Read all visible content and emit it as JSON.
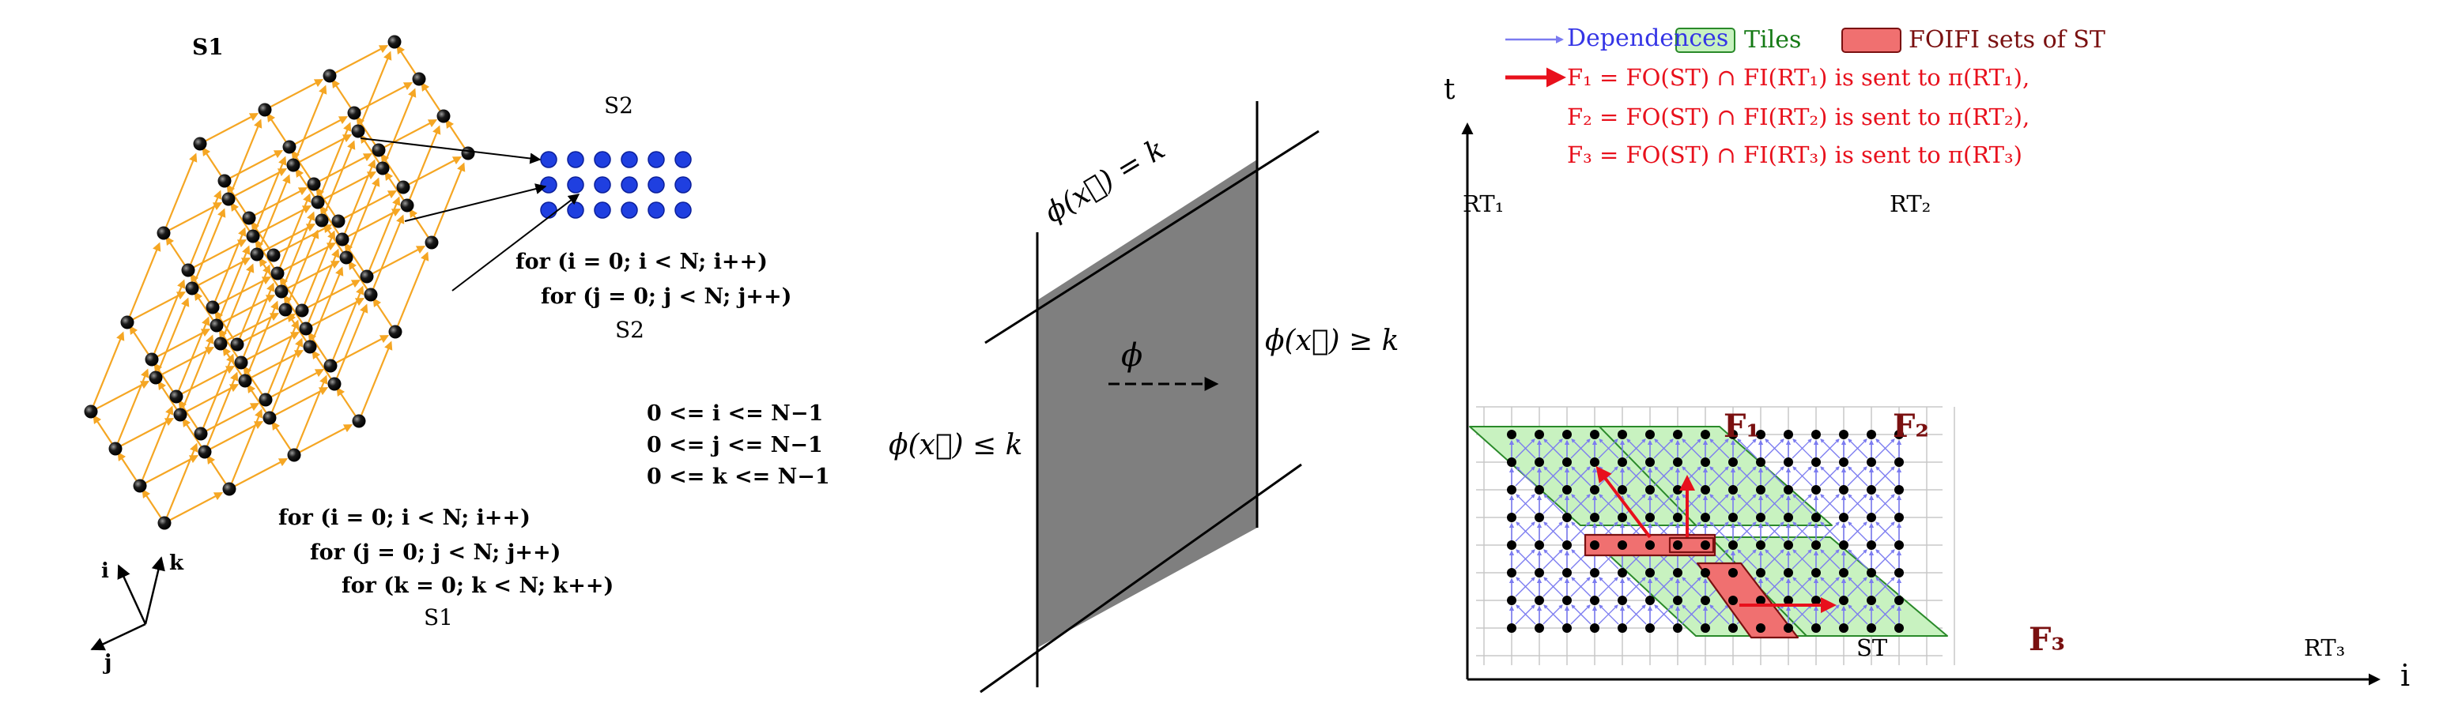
{
  "left_panel": {
    "s1_title": "S1",
    "s2_title": "S2",
    "s2_loop": [
      "for (i = 0; i < N; i++)",
      "for (j = 0; j < N; j++)"
    ],
    "s2_caption": "S2",
    "constraints": [
      "0 <= i <= N−1",
      "0 <= j <= N−1",
      "0 <= k <= N−1"
    ],
    "s1_loop": [
      "for (i = 0; i < N; i++)",
      "for (j = 0; j < N; j++)",
      "for (k = 0; k < N; k++)"
    ],
    "s1_caption": "S1",
    "axes": {
      "i": "i",
      "k": "k",
      "j": "j"
    }
  },
  "middle_panel": {
    "top_label": "ϕ(x⃗) = k",
    "right_label": "ϕ(x⃗) ≥ k",
    "left_label": "ϕ(x⃗) ≤ k",
    "arrow_label": "ϕ"
  },
  "right_panel": {
    "legend": {
      "dependences": "Dependences",
      "tiles": "Tiles",
      "foifi": "FOIFI sets of ST",
      "f1": "F₁ = FO(ST) ∩ FI(RT₁) is sent to π(RT₁),",
      "f2": "F₂ = FO(ST) ∩ FI(RT₂) is sent to π(RT₂),",
      "f3": "F₃ = FO(ST) ∩ FI(RT₃) is sent to π(RT₃)"
    },
    "axis_t": "t",
    "axis_i": "i",
    "tile_labels": {
      "rt1": "RT₁",
      "rt2": "RT₂",
      "rt3": "RT₃",
      "st": "ST"
    },
    "f_labels": {
      "f1": "F₁",
      "f2": "F₂",
      "f3": "F₃"
    },
    "colors": {
      "dependence": "#7b7bf0",
      "tile_fill": "#c8f2c0",
      "tile_stroke": "#2a8a2a",
      "foifi_fill": "#f07070",
      "arrow": "#e8101c",
      "grid": "#c8c8c8"
    }
  }
}
